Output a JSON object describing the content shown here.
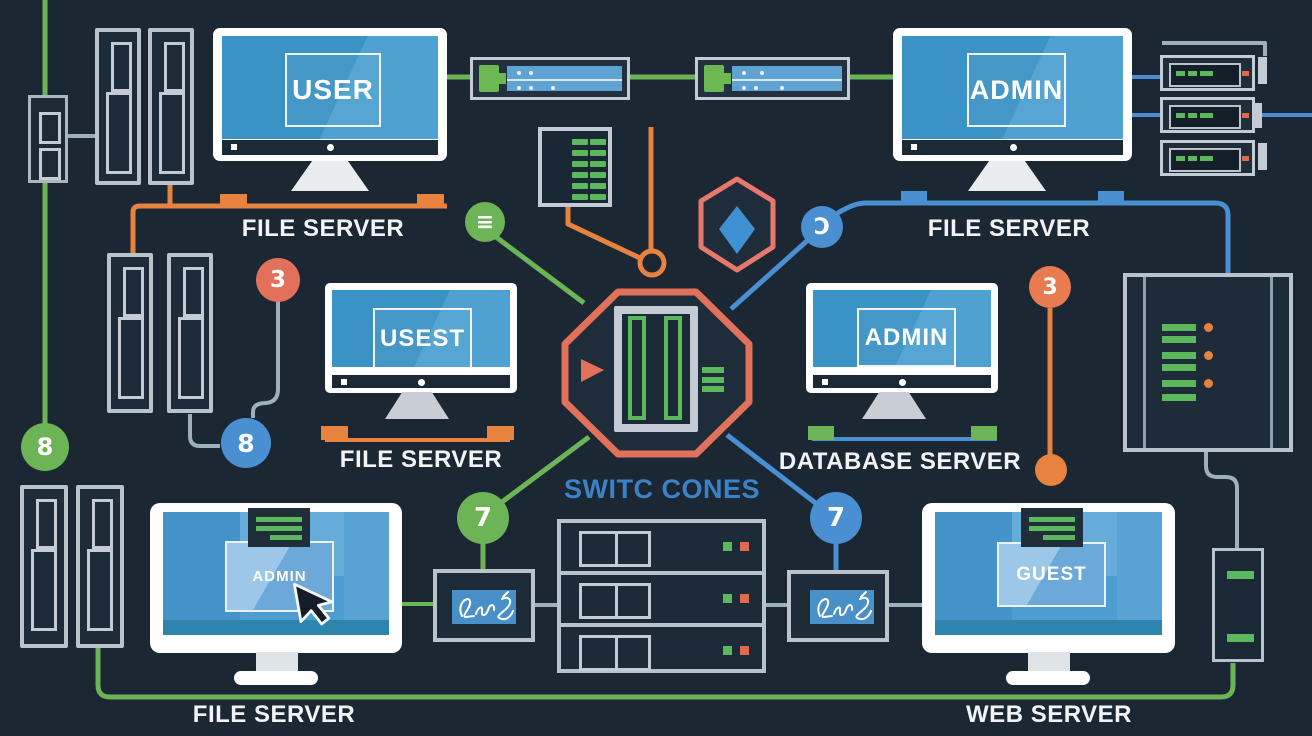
{
  "background_color": "#1b2733",
  "colors": {
    "green": "#6db457",
    "orange": "#e8823f",
    "blue": "#4a8fd2",
    "salmon": "#e2715b",
    "gray_line": "#9fb0bd",
    "text": "#f0f4f7",
    "accent_text": "#3b82c6"
  },
  "monitors": {
    "top_left": {
      "screen_label": "USER",
      "caption": "FILE SERVER"
    },
    "top_right": {
      "screen_label": "ADMIN",
      "caption": "FILE SERVER"
    },
    "mid_left": {
      "screen_label": "USEST",
      "caption": "FILE SERVER"
    },
    "mid_right": {
      "screen_label": "ADMIN",
      "caption": "DATABASE SERVER"
    },
    "bottom_left": {
      "screen_label": "ADMIN",
      "caption": "FILE SERVER"
    },
    "bottom_right": {
      "screen_label": "GUEST",
      "caption": "WEB SERVER"
    }
  },
  "center_label": "SWITC CONES",
  "badges": [
    {
      "id": "badge-green-8",
      "value": "8",
      "color": "#6db457"
    },
    {
      "id": "badge-blue-8",
      "value": "8",
      "color": "#4a8fd2"
    },
    {
      "id": "badge-red-3",
      "value": "3",
      "color": "#e2715b"
    },
    {
      "id": "badge-green-menu",
      "value": "≡",
      "color": "#6db457"
    },
    {
      "id": "badge-blue-c",
      "value": "Ɔ",
      "color": "#4a8fd2"
    },
    {
      "id": "badge-orange-3",
      "value": "3",
      "color": "#e87b50"
    },
    {
      "id": "badge-green-7",
      "value": "7",
      "color": "#6db457"
    },
    {
      "id": "badge-blue-7",
      "value": "7",
      "color": "#4a8fd2"
    }
  ]
}
